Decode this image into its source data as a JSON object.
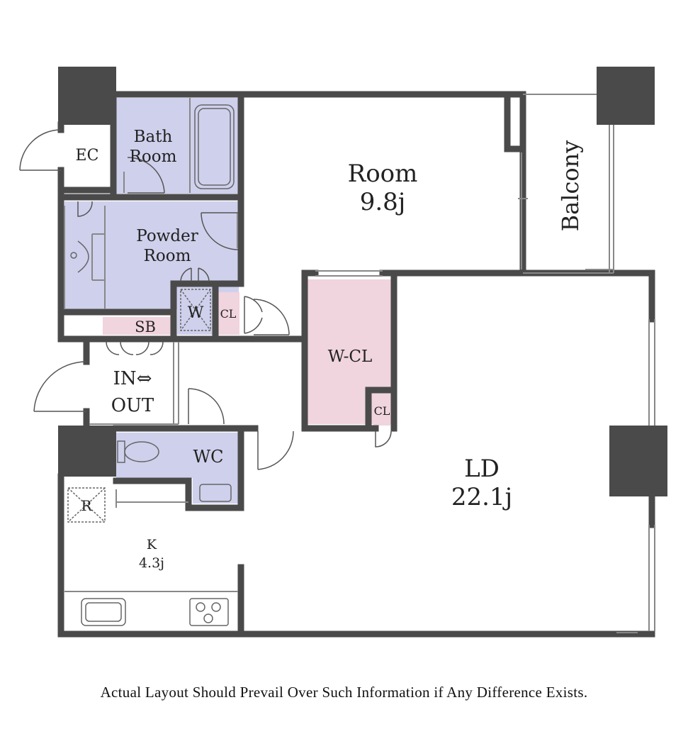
{
  "rooms": {
    "ec": "EC",
    "bath_line1": "Bath",
    "bath_line2": "Room",
    "powder_line1": "Powder",
    "powder_line2": "Room",
    "room_name": "Room",
    "room_size": "9.8j",
    "balcony": "Balcony",
    "w_closet": "W-CL",
    "cl_small": "CL",
    "cl_small2": "CL",
    "washer": "W",
    "sb": "SB",
    "entry_line1": "IN⇔",
    "entry_line2": "OUT",
    "wc": "WC",
    "fridge": "R",
    "kitchen_name": "K",
    "kitchen_size": "4.3j",
    "ld_name": "LD",
    "ld_size": "22.1j"
  },
  "footer_note": "Actual Layout Should Prevail Over Such Information if Any Difference Exists.",
  "colors": {
    "wall": "#4a4a4a",
    "pillar": "#4a4a4a",
    "wet_area": "#cfd0ec",
    "closet": "#f0d4de",
    "fixture": "#666666"
  }
}
